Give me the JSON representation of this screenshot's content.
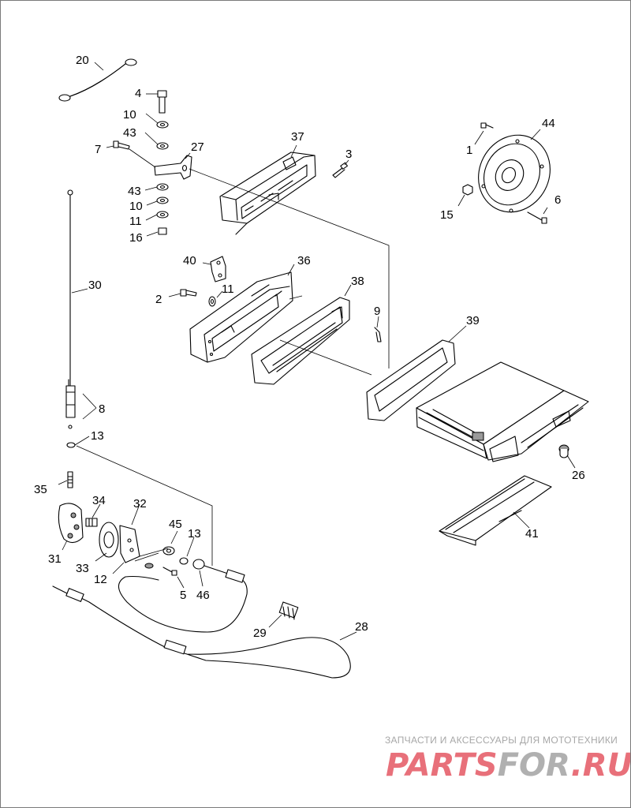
{
  "callouts": {
    "c1": "1",
    "c2": "2",
    "c3": "3",
    "c4": "4",
    "c5": "5",
    "c6": "6",
    "c7": "7",
    "c8": "8",
    "c9": "9",
    "c10a": "10",
    "c10b": "10",
    "c11a": "11",
    "c11b": "11",
    "c12": "12",
    "c13a": "13",
    "c13b": "13",
    "c15": "15",
    "c16": "16",
    "c20": "20",
    "c26": "26",
    "c27": "27",
    "c28": "28",
    "c29": "29",
    "c30": "30",
    "c31": "31",
    "c32": "32",
    "c33": "33",
    "c34": "34",
    "c35": "35",
    "c36": "36",
    "c37": "37",
    "c38": "38",
    "c39": "39",
    "c40": "40",
    "c41": "41",
    "c43a": "43",
    "c43b": "43",
    "c44": "44",
    "c45": "45",
    "c46": "46"
  },
  "watermark": {
    "tagline": "ЗАПЧАСТИ И АКСЕССУАРЫ ДЛЯ МОТОТЕХНИКИ",
    "logo_red": "PARTS",
    "logo_gray": "FOR",
    "logo_domain": ".RU",
    "red_color": "#e8707a",
    "gray_color": "#b0b0b0"
  }
}
